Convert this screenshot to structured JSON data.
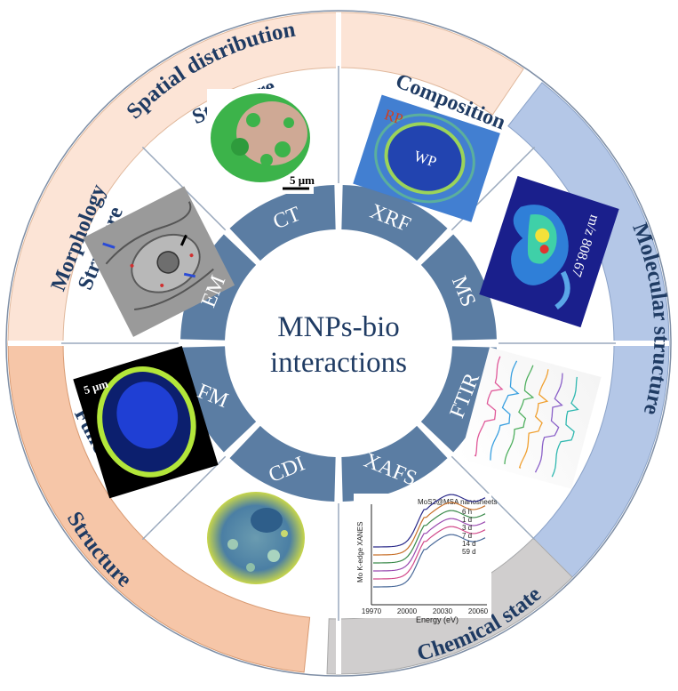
{
  "center": {
    "line1": "MNPs-bio",
    "line2": "interactions"
  },
  "bands": {
    "spatial_distribution": "Spatial distribution",
    "molecular_structure": "Molecular structure",
    "chemical_state": "Chemical state",
    "structure": "Structure"
  },
  "segments": {
    "structure": "Structure",
    "composition": "Composition",
    "morphology": "Morphology",
    "morphology_structure": "Structure",
    "function": "Function"
  },
  "techniques": [
    "CT",
    "XRF",
    "EM",
    "MS",
    "FM",
    "FTIR",
    "CDI",
    "XAFS"
  ],
  "image_labels": {
    "ct_scale": "5 μm",
    "xrf_rp": "RP",
    "xrf_wp": "WP",
    "ms_mz": "m/z 808.67",
    "fm_scale": "5 μm",
    "xafs_title": "MoS2@MSA nanosheets",
    "xafs_ylabel": "Mo K-edge XANES",
    "xafs_xlabel": "Energy (eV)",
    "xafs_ticks": [
      "19970",
      "20000",
      "20030",
      "20060"
    ],
    "xafs_legend": [
      "6 h",
      "1 d",
      "3 d",
      "7 d",
      "14 d",
      "59 d"
    ]
  },
  "colors": {
    "ring_dark": "#5b7da3",
    "band_peach": "#fce4d6",
    "band_orange": "#f6c6a8",
    "band_blue": "#b4c7e7",
    "band_gray": "#d0cece",
    "text_navy": "#1f3b63"
  }
}
